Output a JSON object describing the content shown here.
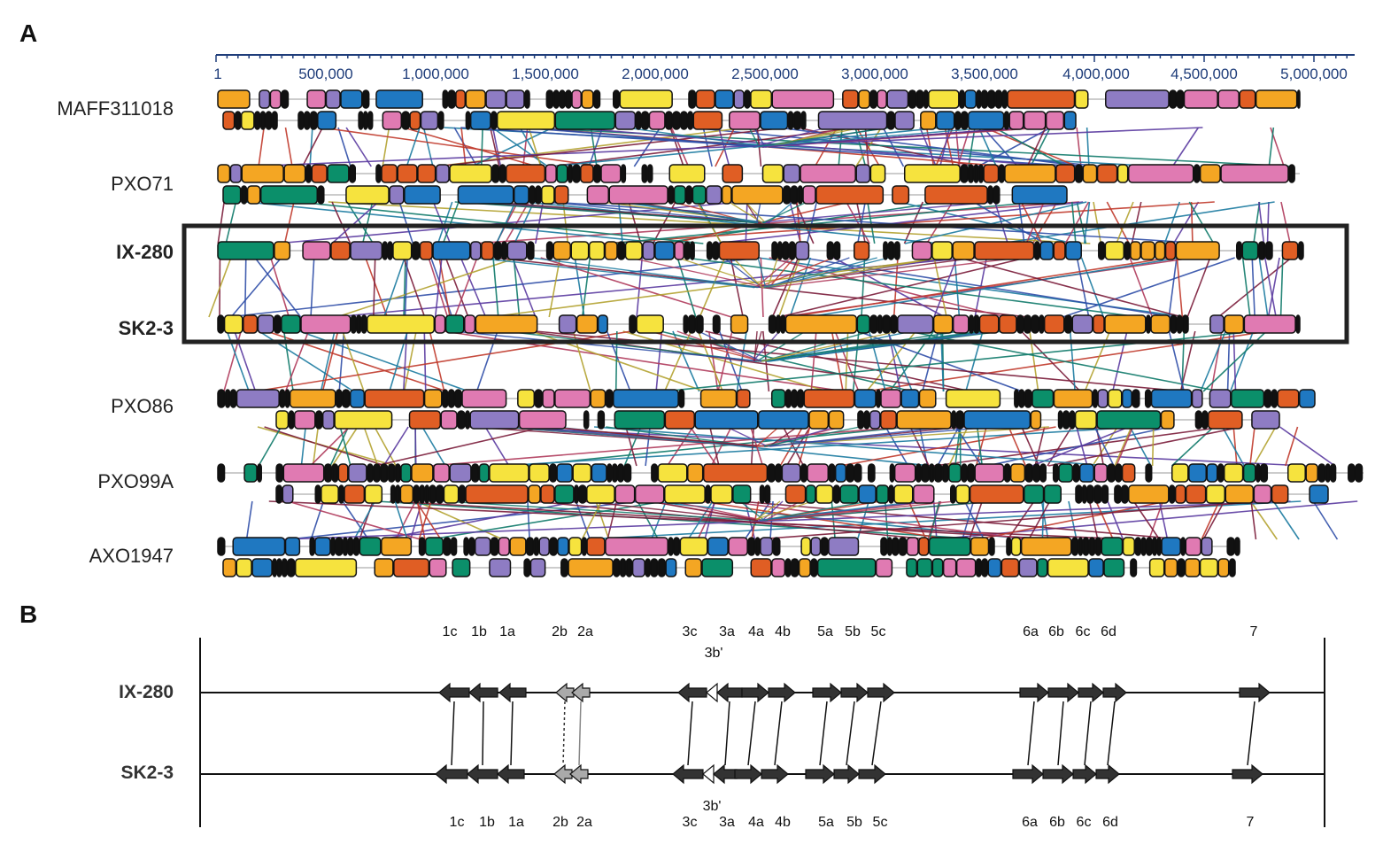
{
  "panels": {
    "a": "A",
    "b": "B"
  },
  "axis": {
    "ticks": [
      "1",
      "500,000",
      "1,000,000",
      "1,500,000",
      "2,000,000",
      "2,500,000",
      "3,000,000",
      "3,500,000",
      "4,000,000",
      "4,500,000",
      "5,000,000"
    ],
    "color": "#1f3d7a"
  },
  "genomes": [
    {
      "name": "MAFF311018",
      "bold": false
    },
    {
      "name": "PXO71",
      "bold": false
    },
    {
      "name": "IX-280",
      "bold": true
    },
    {
      "name": "SK2-3",
      "bold": true
    },
    {
      "name": "PXO86",
      "bold": false
    },
    {
      "name": "PXO99A",
      "bold": false
    },
    {
      "name": "AXO1947",
      "bold": false
    }
  ],
  "block_colors": [
    "#e07ab2",
    "#f4a623",
    "#0b8f6a",
    "#8e7cc3",
    "#f6e33e",
    "#1f78c1",
    "#e05e24"
  ],
  "link_colors": [
    "#7b1c3a",
    "#b03a5b",
    "#2f4ea8",
    "#0f7a6a",
    "#b3a230",
    "#5a3aa0",
    "#1b7ba0",
    "#c0392b"
  ],
  "panel_b": {
    "genomes": [
      "IX-280",
      "SK2-3"
    ],
    "top_labels": [
      "1c",
      "1b",
      "1a",
      "2b",
      "2a",
      "3c",
      "3a",
      "3b'",
      "4a",
      "4b",
      "5a",
      "5b",
      "5c",
      "6a",
      "6b",
      "6c",
      "6d",
      "7"
    ],
    "bottom_labels": [
      "3b'",
      "1c",
      "1b",
      "1a",
      "2b",
      "2a",
      "3c",
      "3a",
      "4a",
      "4b",
      "5a",
      "5b",
      "5c",
      "6a",
      "6b",
      "6c",
      "6d",
      "7"
    ],
    "arrow_color": "#333333",
    "arrow_color_light": "#aaaaaa"
  }
}
